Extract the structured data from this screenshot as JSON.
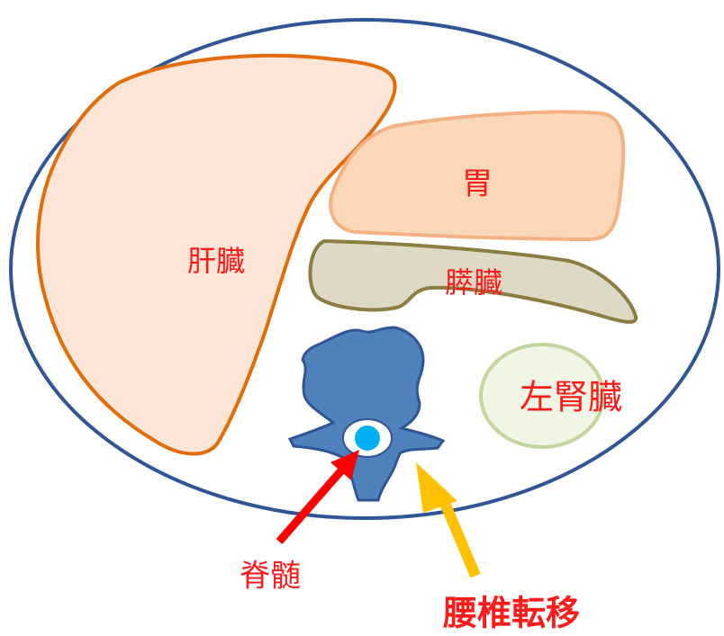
{
  "labels": {
    "liver": "肝臓",
    "stomach": "胃",
    "pancreas": "膵臓",
    "left_kidney": "左腎臓",
    "spinal_cord": "脊髄",
    "lumbar_metastasis": "腰椎転移"
  },
  "colors": {
    "outline": "#2f5597",
    "liver_fill": "#fbe5d6",
    "liver_stroke": "#e36c09",
    "stomach_fill": "#fad7b8",
    "stomach_stroke": "#f4b183",
    "pancreas_fill": "#ddd9c4",
    "pancreas_stroke": "#8c7d42",
    "kidney_fill": "#f0f5e6",
    "kidney_stroke": "#c3d69b",
    "vertebra_fill": "#4f81bd",
    "vertebra_stroke": "#2f5597",
    "cord_fill": "#00b0f0",
    "text": "#ff0000",
    "arrow_red": "#ff0000",
    "arrow_yellow": "#ffc000"
  }
}
